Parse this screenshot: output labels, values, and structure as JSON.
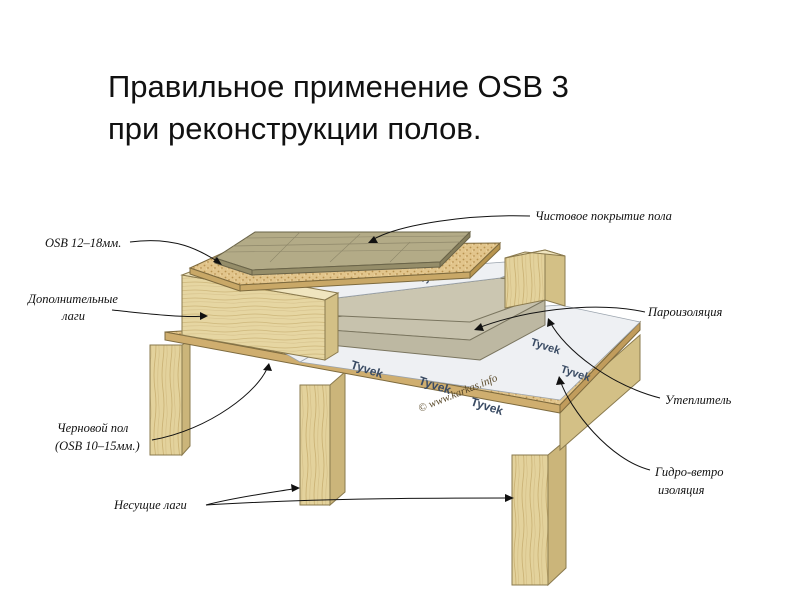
{
  "title": {
    "line1": "Правильное применение OSB 3",
    "line2": "при реконструкции полов."
  },
  "labels": {
    "osb_top": "OSB 12–18мм.",
    "extra_joists_1": "Дополнительные",
    "extra_joists_2": "лаги",
    "rough_floor_1": "Черновой пол",
    "rough_floor_2": "(OSB 10–15мм.)",
    "bearing_joists": "Несущие лаги",
    "finish_floor": "Чистовое покрытие пола",
    "vapor_barrier": "Пароизоляция",
    "insulation": "Утеплитель",
    "wind_1": "Гидро-ветро",
    "wind_2": "изоляция"
  },
  "membrane_brand": "Tyvek",
  "watermark": "© www.karkas.info",
  "colors": {
    "wood_front": "#e6d6a2",
    "wood_top": "#f0e5bf",
    "wood_side": "#d3c086",
    "osb": "#e2c58c",
    "membrane": "#eef0f3",
    "insulation": "#c7c2ad",
    "laminate": "#b3ab87"
  }
}
